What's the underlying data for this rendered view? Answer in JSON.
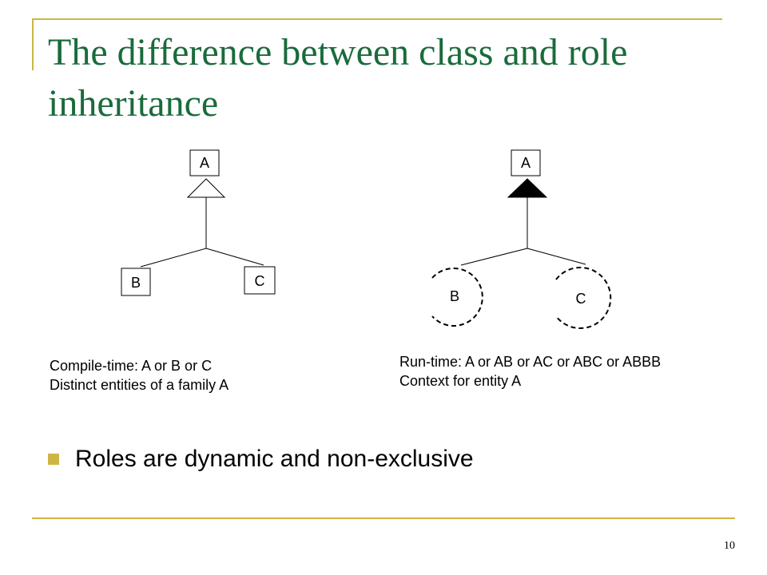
{
  "title": "The difference between class and role inheritance",
  "class_diagram": {
    "parent": "A",
    "children": [
      "B",
      "C"
    ],
    "caption": [
      "Compile-time: A or B or C",
      "Distinct entities of a family A"
    ]
  },
  "role_diagram": {
    "parent": "A",
    "children": [
      "B",
      "C"
    ],
    "caption": [
      "Run-time: A or AB or AC or ABC or ABBB",
      "Context for entity A"
    ]
  },
  "bullets": [
    "Roles are dynamic and non-exclusive"
  ],
  "page_number": "10",
  "colors": {
    "title": "#1a6b3c",
    "accent": "#cdb545"
  }
}
